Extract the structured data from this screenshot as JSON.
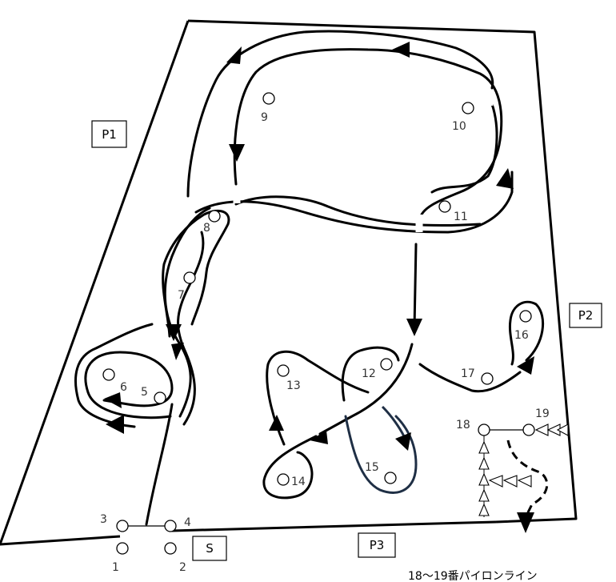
{
  "zones": {
    "p1": "P1",
    "p2": "P2",
    "p3": "P3",
    "s": "S"
  },
  "pylons": {
    "p1": "1",
    "p2": "2",
    "p3": "3",
    "p4": "4",
    "p5": "5",
    "p6": "6",
    "p7": "7",
    "p8": "8",
    "p9": "9",
    "p10": "10",
    "p11": "11",
    "p12": "12",
    "p13": "13",
    "p14": "14",
    "p15": "15",
    "p16": "16",
    "p17": "17",
    "p18": "18",
    "p19": "19"
  },
  "caption": "18〜19番パイロンライン",
  "colors": {
    "line": "#000000",
    "highlight_path": "#1f2f45"
  }
}
